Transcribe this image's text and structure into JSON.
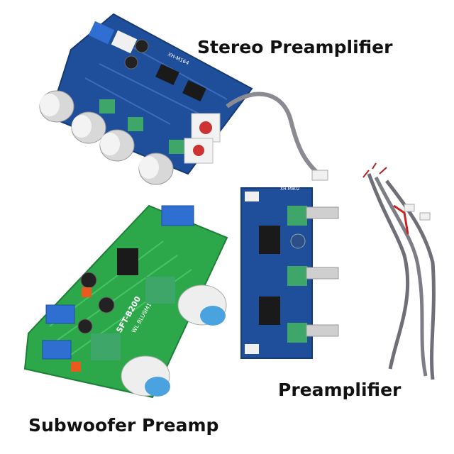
{
  "labels": {
    "stereo": "Stereo Preamplifier",
    "preamp": "Preamplifier",
    "subwoofer": "Subwoofer Preamp"
  },
  "board_text": {
    "stereo_board": "XH-M164",
    "sub_board_model": "SFT-B200",
    "sub_board_sub": "WL BLU9M1",
    "pre_board": "XH-M802"
  },
  "colors": {
    "blue_pcb": "#1f4f9a",
    "green_pcb": "#2ca84a",
    "knob_silver": "#d8d8d8",
    "knob_blue": "#4aa3df",
    "terminal_blue": "#2f6fd1",
    "cable_gray": "#7d7d86"
  }
}
